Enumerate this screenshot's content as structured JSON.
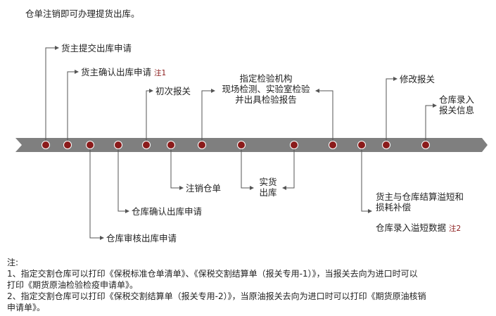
{
  "intro": "仓单注销即可办理提货出库。",
  "labels": {
    "l1": "货主提交出库申请",
    "l2": "货主确认出库申请",
    "l2_note": "注1",
    "l3": "初次报关",
    "l4_1": "指定检验机构",
    "l4_2": "现场检测、实验室检验",
    "l4_3": "并出具检验报告",
    "l5": "修改报关",
    "l6_1": "仓库录入",
    "l6_2": "报关信息",
    "b1": "注销仓单",
    "b2_1": "实货",
    "b2_2": "出库",
    "b3": "仓库确认出库申请",
    "b4": "仓库审核出库申请",
    "b5_1": "货主与仓库结算溢短和",
    "b5_2": "损耗补偿",
    "b6": "仓库录入溢短数据",
    "b6_note": "注2"
  },
  "notes": {
    "title": "注:",
    "n1_line1": "1、指定交割仓库可以打印《保税标准仓单清单》、《保税交割结算单（报关专用-1）》，当报关去向为进口时可以",
    "n1_line2": "打印《期货原油检验检疫申请单》。",
    "n2_line1": "2、指定交割仓库可以打印《保税交割结算单（报关专用-2）》，当原油报关去向为进口时可以打印《期货原油核销",
    "n2_line2": "申请单》。"
  },
  "colors": {
    "band": "#7f7f7f",
    "node": "#8a1b1b",
    "line": "#555555"
  }
}
